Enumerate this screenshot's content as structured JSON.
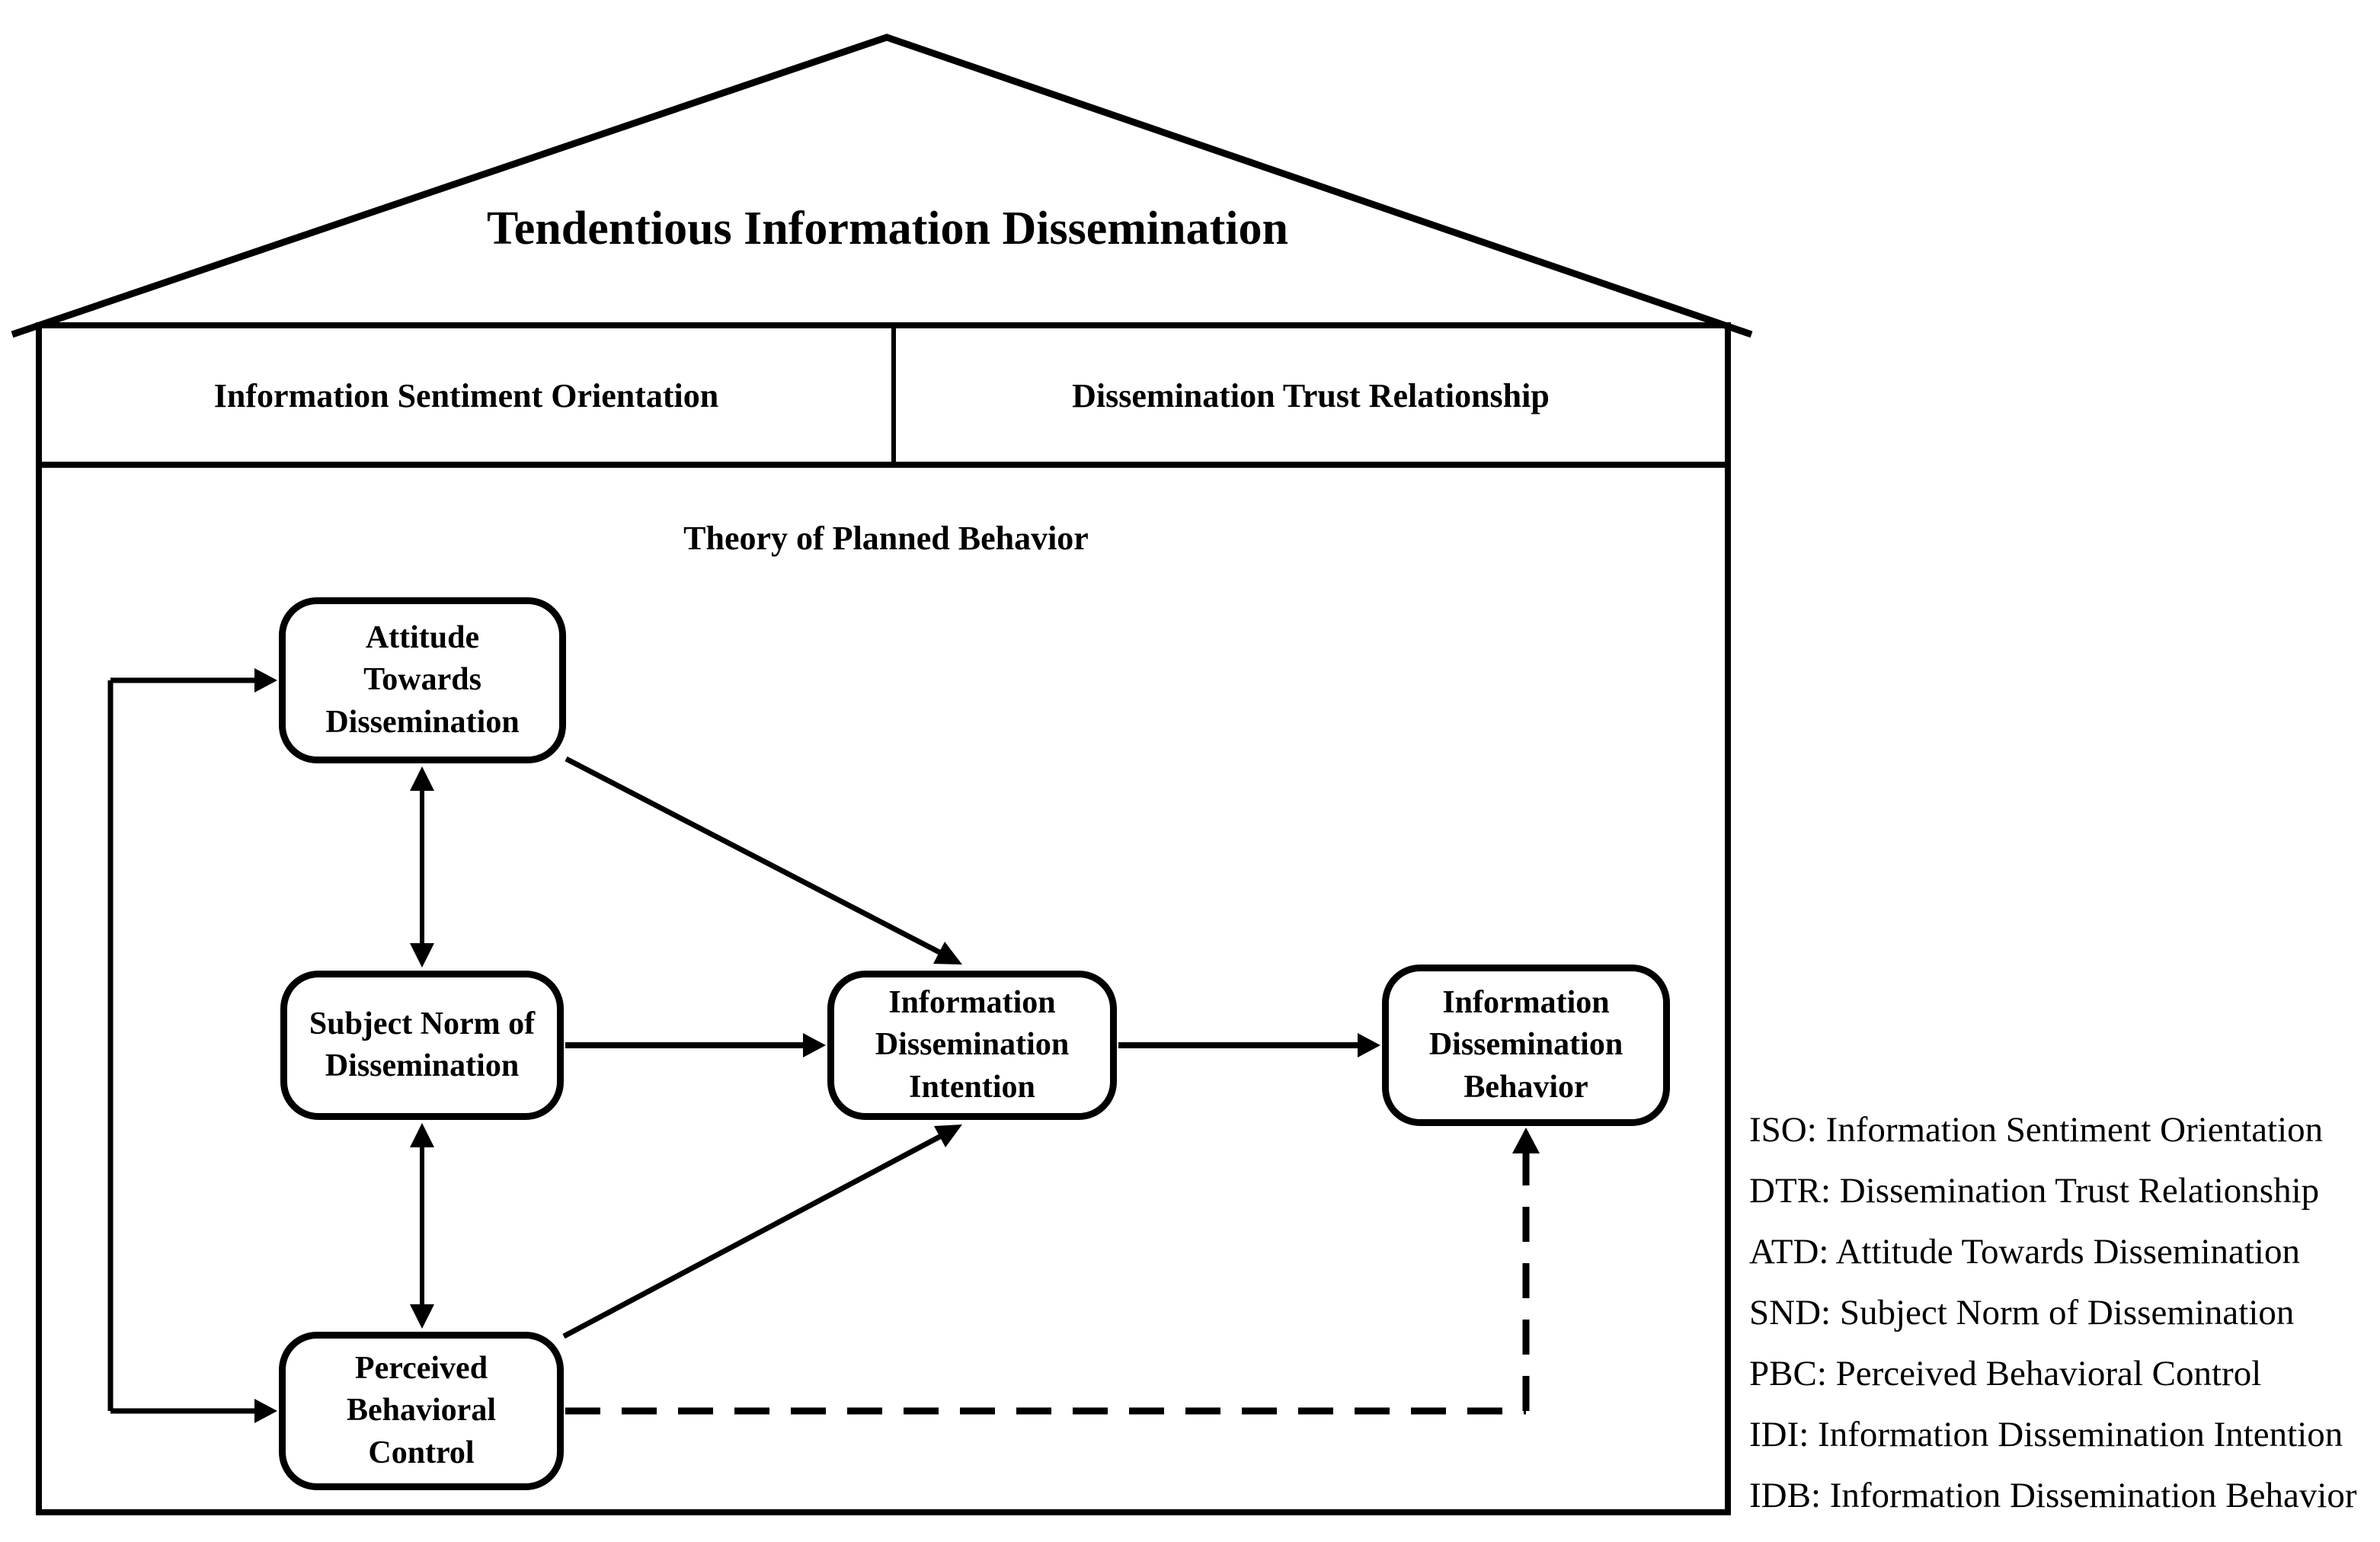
{
  "title": "Tendentious Information Dissemination",
  "header": {
    "left_label": "Information Sentiment Orientation",
    "right_label": "Dissemination Trust Relationship"
  },
  "tpb_label": "Theory of Planned Behavior",
  "boxes": {
    "atd": {
      "lines": [
        "Attitude",
        "Towards",
        "Dissemination"
      ]
    },
    "snd": {
      "lines": [
        "Subject Norm of",
        "Dissemination"
      ]
    },
    "pbc": {
      "lines": [
        "Perceived",
        "Behavioral",
        "Control"
      ]
    },
    "idi": {
      "lines": [
        "Information",
        "Dissemination",
        "Intention"
      ]
    },
    "idb": {
      "lines": [
        "Information",
        "Dissemination",
        "Behavior"
      ]
    }
  },
  "legend": {
    "items": [
      {
        "text": "ISO: Information Sentiment Orientation"
      },
      {
        "text": "DTR: Dissemination Trust Relationship"
      },
      {
        "text": "ATD: Attitude Towards Dissemination"
      },
      {
        "text": "SND: Subject Norm of Dissemination"
      },
      {
        "text": "PBC: Perceived Behavioral Control"
      },
      {
        "text": "IDI: Information Dissemination Intention"
      },
      {
        "text": "IDB: Information Dissemination Behavior"
      }
    ]
  },
  "colors": {
    "line": "#000000",
    "background": "#ffffff",
    "text": "#000000"
  }
}
